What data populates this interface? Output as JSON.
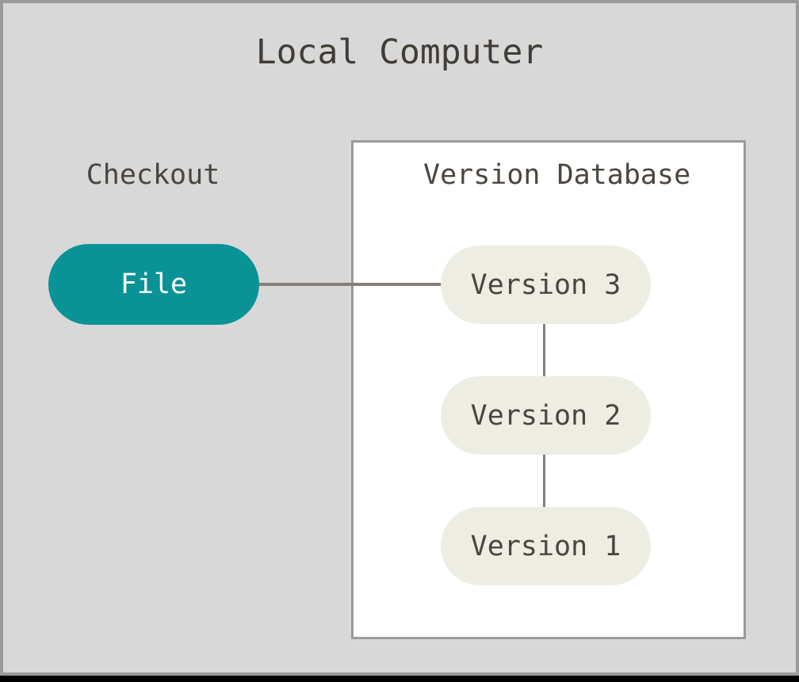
{
  "diagram": {
    "title": "Local Computer",
    "type": "version-control-checkout-diagram",
    "colors": {
      "background": "#d8d8d8",
      "frame_border": "#9a9a9a",
      "panel_fill": "#ffffff",
      "checkout_node_fill": "#0a9396",
      "checkout_node_text": "#ffffff",
      "version_node_fill": "#edede4",
      "text": "#4a453f",
      "edge": "#857f78",
      "bottom_strip": "#000000"
    }
  },
  "checkout": {
    "caption": "Checkout",
    "node": {
      "label": "File"
    }
  },
  "version_database": {
    "caption": "Version Database",
    "nodes": [
      {
        "label": "Version 3"
      },
      {
        "label": "Version 2"
      },
      {
        "label": "Version 1"
      }
    ]
  },
  "edges": [
    {
      "name": "file-to-version-3",
      "from": "File",
      "to": "Version 3",
      "orientation": "horizontal"
    },
    {
      "name": "version-3-to-version-2",
      "from": "Version 3",
      "to": "Version 2",
      "orientation": "vertical"
    },
    {
      "name": "version-2-to-version-1",
      "from": "Version 2",
      "to": "Version 1",
      "orientation": "vertical"
    }
  ]
}
